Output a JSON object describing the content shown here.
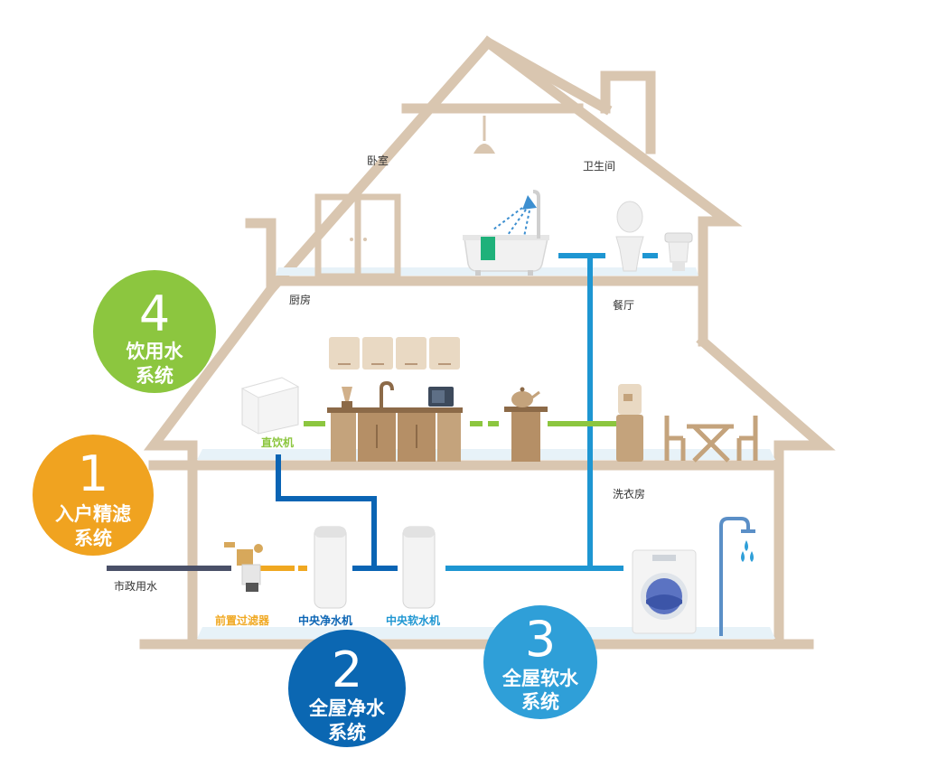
{
  "colors": {
    "house_outline": "#d9c6b0",
    "floor": "#dceef6",
    "municipal_pipe": "#4a5068",
    "prefilter_pipe": "#f0a821",
    "purifier_pipe": "#0a64b4",
    "softener_pipe": "#1e96d2",
    "drinking_pipe": "#8cc63f",
    "furniture": "#c4a37c",
    "furniture_dark": "#b08a60",
    "system1": "#f0a320",
    "system2": "#0b67b2",
    "system3": "#2f9fd8",
    "system4": "#8cc63f"
  },
  "rooms": {
    "bedroom": "卧室",
    "bathroom": "卫生间",
    "kitchen": "厨房",
    "dining": "餐厅",
    "laundry": "洗衣房"
  },
  "devices": {
    "municipal_water": "市政用水",
    "prefilter": "前置过滤器",
    "central_purifier": "中央净水机",
    "central_softener": "中央软水机",
    "direct_drinking": "直饮机"
  },
  "systems": [
    {
      "number": "1",
      "line1": "入户精滤",
      "line2": "系统",
      "color": "#f0a320"
    },
    {
      "number": "2",
      "line1": "全屋净水",
      "line2": "系统",
      "color": "#0b67b2"
    },
    {
      "number": "3",
      "line1": "全屋软水",
      "line2": "系统",
      "color": "#2f9fd8"
    },
    {
      "number": "4",
      "line1": "饮用水",
      "line2": "系统",
      "color": "#8cc63f"
    }
  ]
}
